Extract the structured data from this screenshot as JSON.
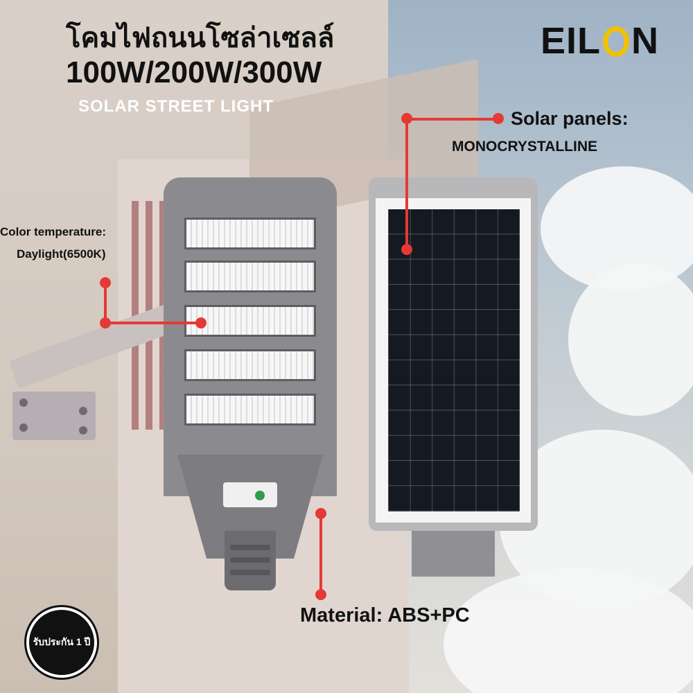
{
  "header": {
    "title_thai": "โคมไฟถนนโซล่าเซลล์",
    "wattage": "100W/200W/300W",
    "subtitle": "SOLAR STREET LIGHT"
  },
  "brand": {
    "pre": "EIL",
    "post": "N",
    "accent_color": "#f2c200"
  },
  "callouts": {
    "solar_title": "Solar panels:",
    "solar_value": "MONOCRYSTALLINE",
    "color_title": "Color temperature:",
    "color_value": "Daylight(6500K)",
    "material": "Material: ABS+PC",
    "line_color": "#e53935"
  },
  "badge": {
    "warranty": "รับประกัน 1 ปี"
  }
}
